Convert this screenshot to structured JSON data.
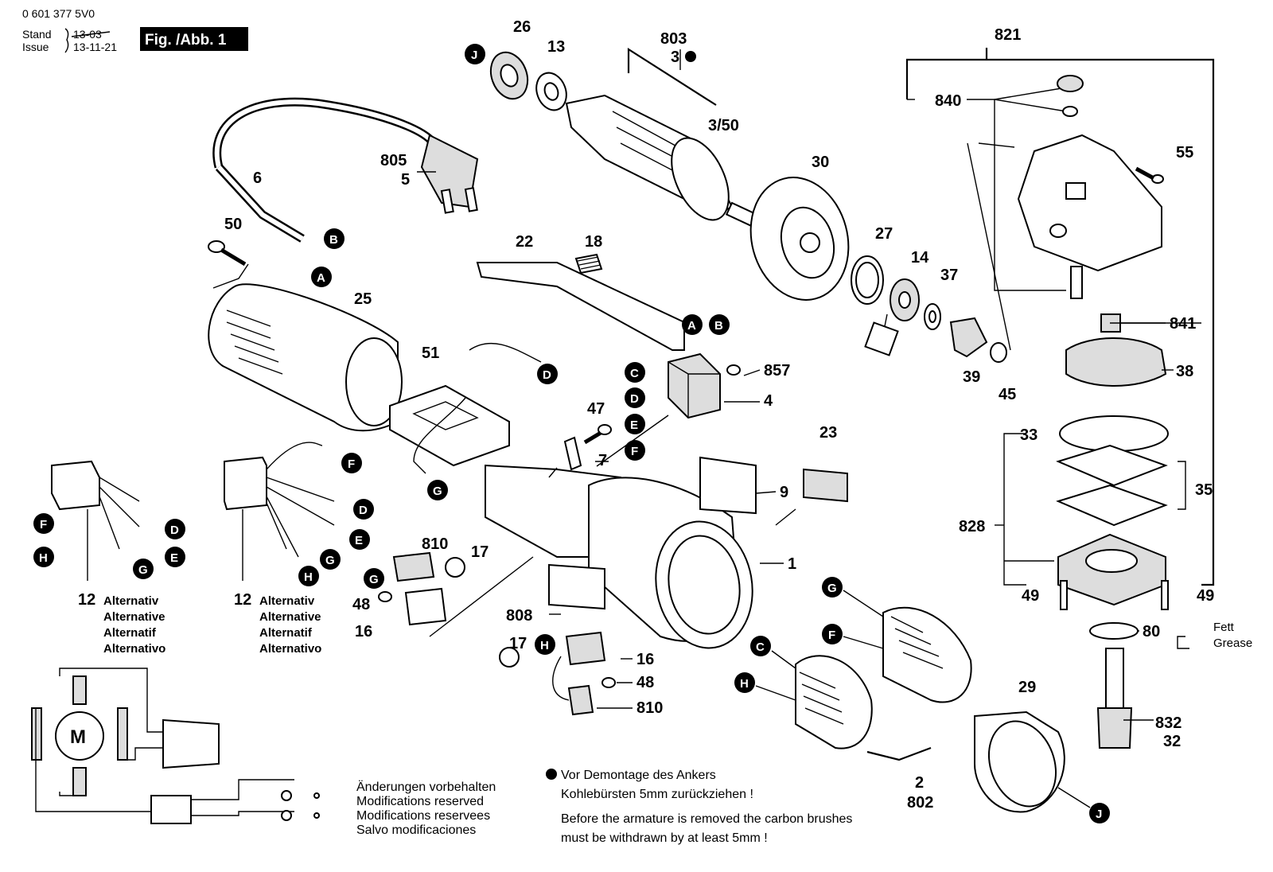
{
  "header": {
    "doc_number": "0 601 377 5V0",
    "stand_label": "Stand",
    "issue_label": "Issue",
    "old_date": "13-03",
    "new_date": "13-11-21",
    "fig_label": "Fig. /Abb. 1"
  },
  "part_numbers": {
    "p26": "26",
    "p13": "13",
    "p803": "803",
    "p3": "3",
    "p3_50": "3/50",
    "p805": "805",
    "p5": "5",
    "p6": "6",
    "p50": "50",
    "p30": "30",
    "p22": "22",
    "p18": "18",
    "p27": "27",
    "p14": "14",
    "p37": "37",
    "p25": "25",
    "p51": "51",
    "p857": "857",
    "p4": "4",
    "p39": "39",
    "p45": "45",
    "p47": "47",
    "p7": "7",
    "p23": "23",
    "p9": "9",
    "p1": "1",
    "p810a": "810",
    "p17a": "17",
    "p48a": "48",
    "p16a": "16",
    "p808": "808",
    "p17b": "17",
    "p16b": "16",
    "p48b": "48",
    "p810b": "810",
    "p12a": "12",
    "p12b": "12",
    "p2": "2",
    "p802": "802",
    "p29": "29",
    "p821": "821",
    "p840": "840",
    "p55": "55",
    "p841": "841",
    "p38": "38",
    "p33": "33",
    "p35": "35",
    "p828": "828",
    "p49a": "49",
    "p49b": "49",
    "p80": "80",
    "p832": "832",
    "p32": "32"
  },
  "alternatives": [
    "Alternativ",
    "Alternative",
    "Alternatif",
    "Alternativo"
  ],
  "grease": {
    "line1": "Fett",
    "line2": "Grease"
  },
  "motor_symbol": "M",
  "connectors": {
    "a": "A",
    "b": "B",
    "c": "C",
    "d": "D",
    "e": "E",
    "f": "F",
    "g": "G",
    "h": "H",
    "j": "J"
  },
  "notes": {
    "modifications": [
      "Änderungen vorbehalten",
      "Modifications reserved",
      "Modifications reservees",
      "Salvo modificaciones"
    ],
    "warning_de_1": "Vor Demontage des Ankers",
    "warning_de_2": "Kohlebürsten 5mm zurückziehen !",
    "warning_en_1": "Before the armature is removed the carbon brushes",
    "warning_en_2": "must be withdrawn by at least 5mm !"
  }
}
